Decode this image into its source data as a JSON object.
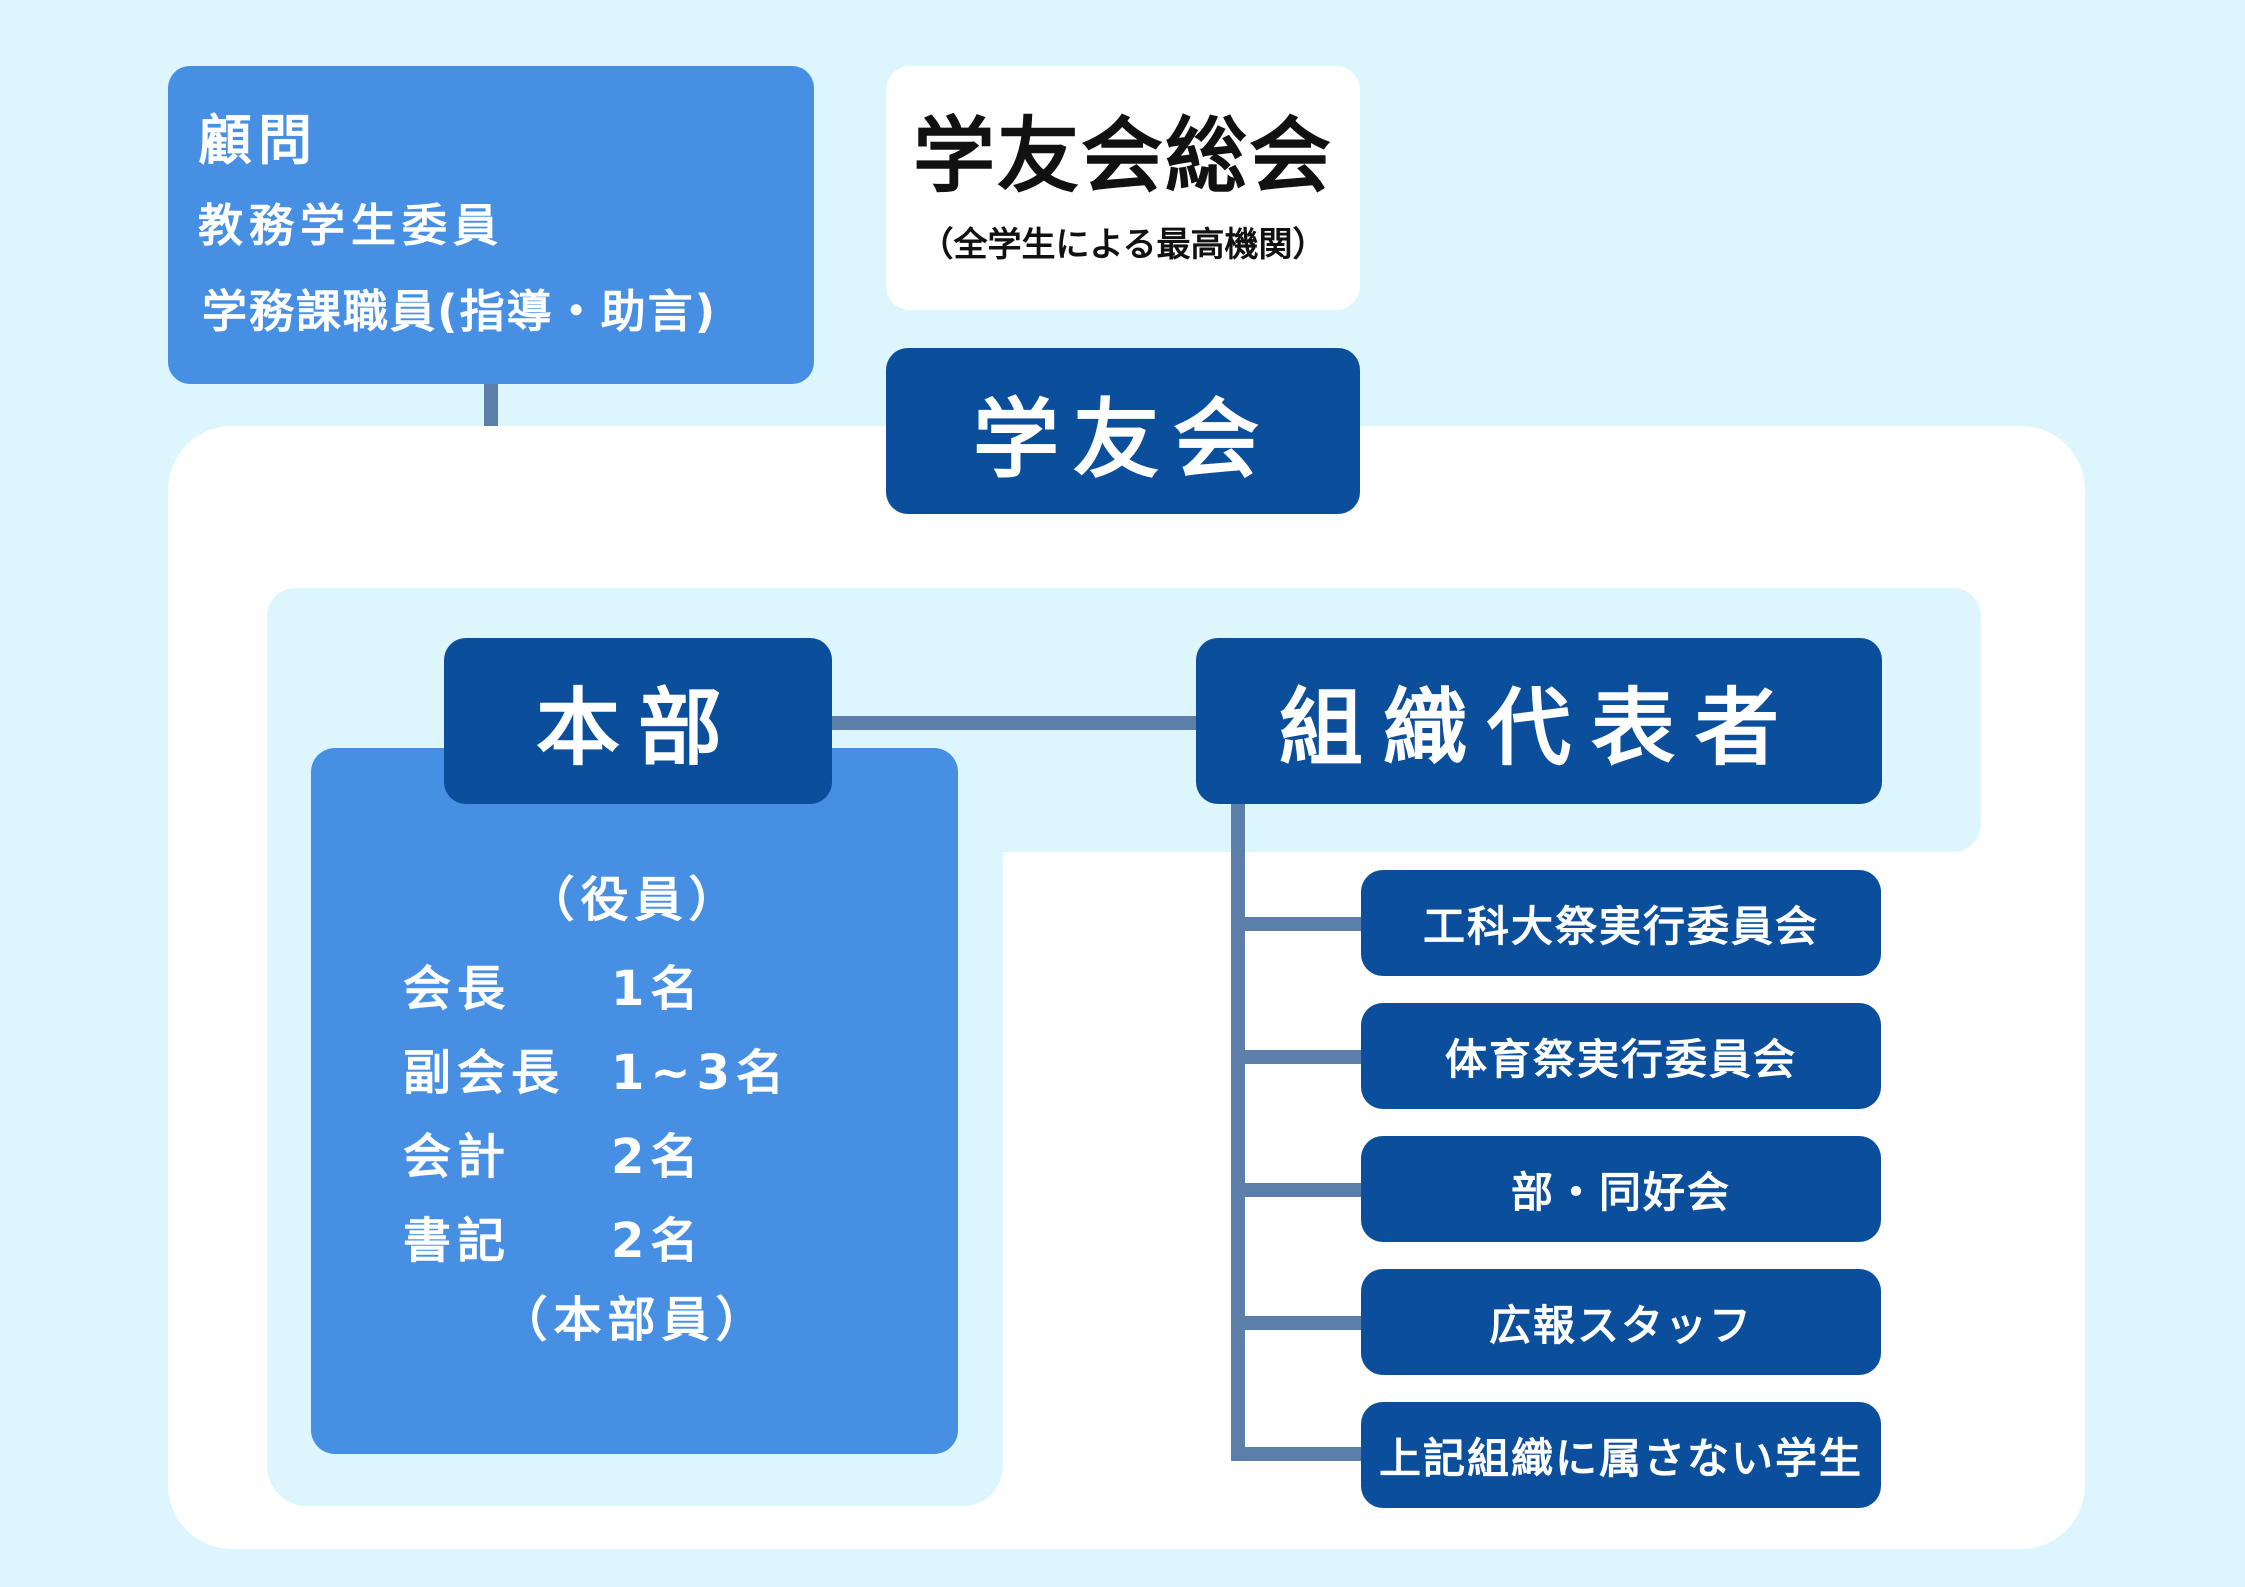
{
  "advisor": {
    "title": "顧問",
    "line1": "教務学生委員",
    "line2": "学務課職員(指導・助言)"
  },
  "assembly": {
    "title": "学友会総会",
    "subtitle": "（全学生による最高機関）"
  },
  "gakuyukai": {
    "label": "学友会"
  },
  "honbu": {
    "title": "本部",
    "officers_label": "（役員）",
    "roles": [
      {
        "name": "会長",
        "count": "1名"
      },
      {
        "name": "副会長",
        "count": "1~3名"
      },
      {
        "name": "会計",
        "count": "2名"
      },
      {
        "name": "書記",
        "count": "2名"
      }
    ],
    "members_label": "（本部員）"
  },
  "soshiki": {
    "title": "組織代表者",
    "items": [
      "工科大祭実行委員会",
      "体育祭実行委員会",
      "部・同好会",
      "広報スタッフ",
      "上記組織に属さない学生"
    ]
  },
  "colors": {
    "background": "#ddf6fd",
    "dark_blue": "#0b4f9c",
    "mid_blue": "#468fe3",
    "connector": "#5b7fa8"
  }
}
